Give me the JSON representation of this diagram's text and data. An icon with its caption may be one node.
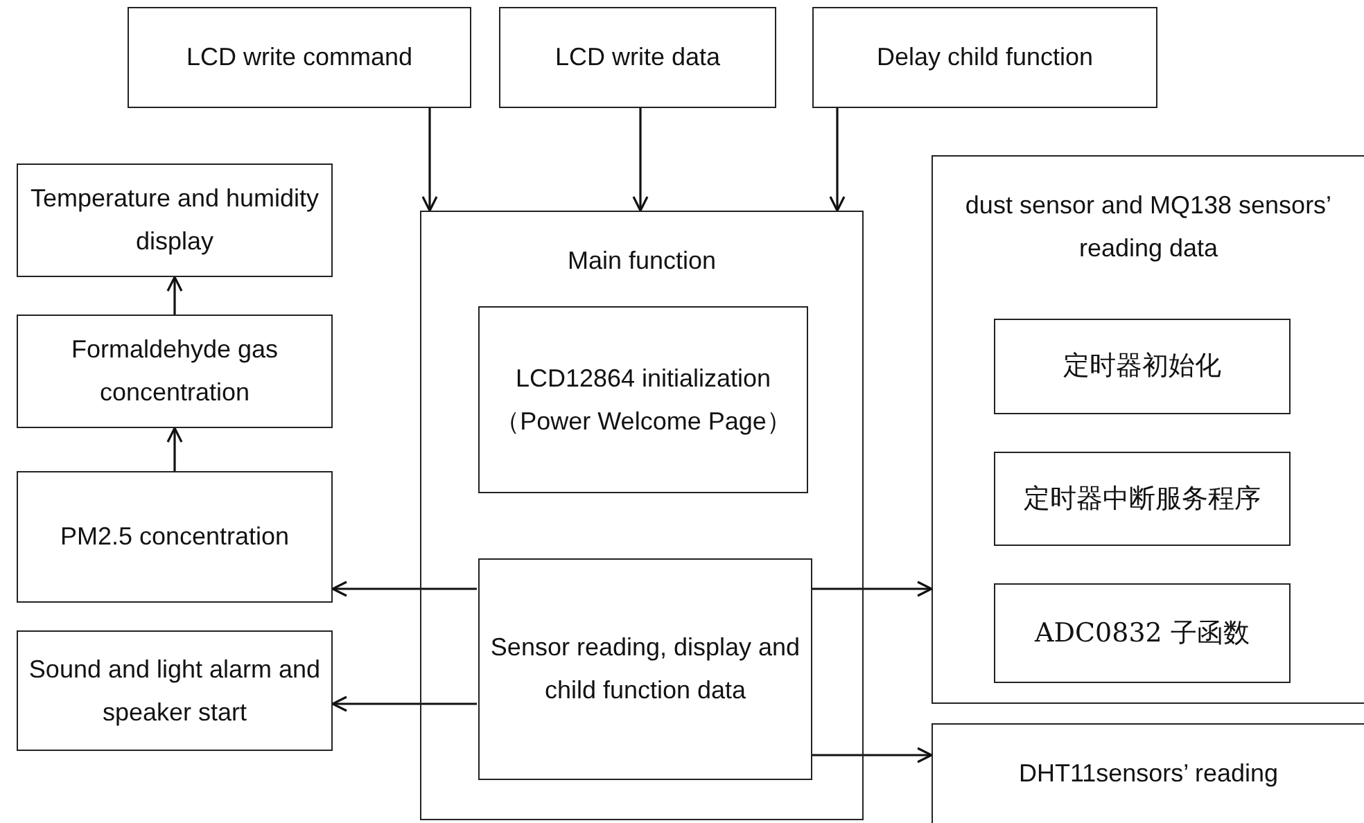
{
  "diagram": {
    "nodes": [
      {
        "text": [
          "LCD write command"
        ]
      },
      {
        "text": [
          "LCD write data"
        ]
      },
      {
        "text": [
          "Delay child function"
        ]
      },
      {
        "text": [
          "Temperature and humidity display"
        ]
      },
      {
        "text": [
          "Formaldehyde gas concentration"
        ]
      },
      {
        "text": [
          "PM2.5 concentration"
        ]
      },
      {
        "text": [
          "Sound and light alarm and speaker start"
        ]
      },
      {
        "text": [
          "Main function"
        ]
      },
      {
        "text": [
          "LCD12864 initialization （Power Welcome Page）"
        ],
        "in": 7
      },
      {
        "text": [
          "Sensor reading, display and child function data"
        ],
        "in": 7
      },
      {
        "text": [
          "dust sensor and MQ138 sensors’ reading data"
        ]
      },
      {
        "text": [
          "定时器初始化"
        ],
        "in": 10
      },
      {
        "text": [
          "定时器中断服务程序"
        ],
        "in": 10
      },
      {
        "text": [
          "ADC0832 子函数"
        ],
        "in": 10
      },
      {
        "text": [
          "DHT11sensors’ reading"
        ]
      }
    ],
    "edges": [
      {
        "from": 0,
        "to": 7,
        "arrow": "to"
      },
      {
        "from": 1,
        "to": 7,
        "arrow": "to"
      },
      {
        "from": 2,
        "to": 7,
        "arrow": "to"
      },
      {
        "from": 4,
        "to": 3,
        "arrow": "to"
      },
      {
        "from": 5,
        "to": 4,
        "arrow": "to"
      },
      {
        "from": 9,
        "to": 5,
        "arrow": "to"
      },
      {
        "from": 9,
        "to": 6,
        "arrow": "to"
      },
      {
        "from": 9,
        "to": 10,
        "arrow": "to"
      },
      {
        "from": 9,
        "to": 14,
        "arrow": "to"
      }
    ]
  }
}
